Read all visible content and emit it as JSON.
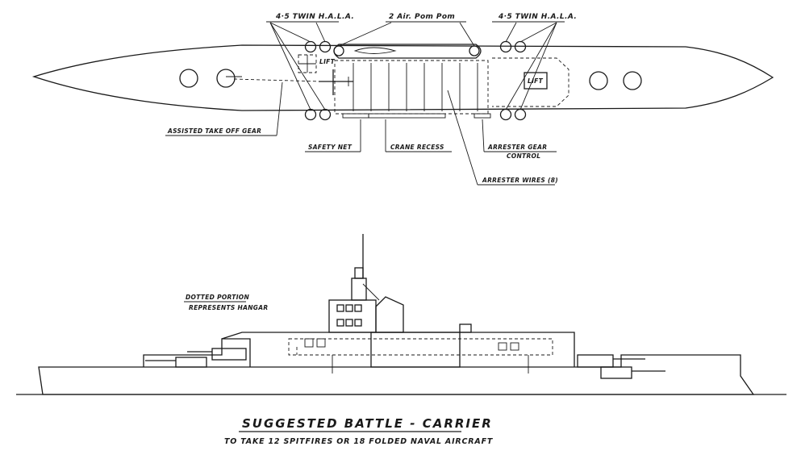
{
  "plan_labels": {
    "twin_hala_left": "4·5 TWIN H.A.L.A.",
    "pom_pom": "2 Air. Pom Pom",
    "twin_hala_right": "4·5 TWIN H.A.L.A.",
    "lift_small": "LIFT",
    "lift_large": "LIFT",
    "assisted_take_off": "ASSISTED TAKE OFF GEAR",
    "safety_net": "SAFETY NET",
    "crane_recess": "CRANE RECESS",
    "arrester_gear_line1": "ARRESTER GEAR",
    "arrester_gear_line2": "CONTROL",
    "arrester_wires": "ARRESTER WIRES (8)"
  },
  "profile_labels": {
    "dotted_line1": "DOTTED PORTION",
    "dotted_line2": "REPRESENTS HANGAR"
  },
  "caption": {
    "title": "SUGGESTED BATTLE - CARRIER",
    "subtitle": "TO TAKE 12 SPITFIRES OR 18 FOLDED NAVAL AIRCRAFT"
  }
}
